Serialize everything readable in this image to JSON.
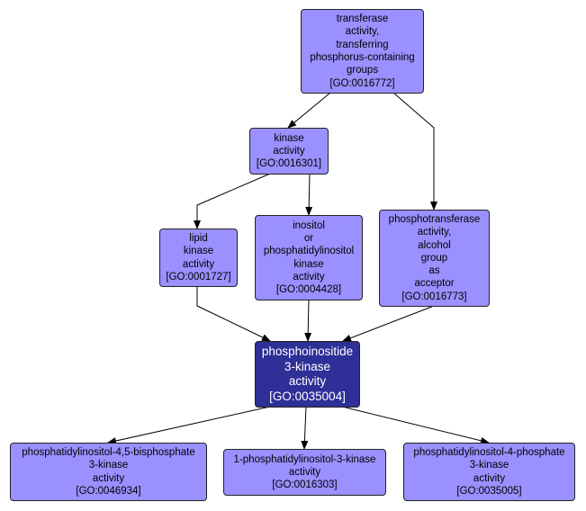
{
  "colors": {
    "node_fill": "#9a90ff",
    "focus_fill": "#2f2f98",
    "edge": "#000000"
  },
  "nodes": [
    {
      "id": "GO:0016772",
      "lines": [
        "transferase",
        "activity,",
        "transferring",
        "phosphorus-containing",
        "groups",
        "[GO:0016772]"
      ]
    },
    {
      "id": "GO:0016301",
      "lines": [
        "kinase",
        "activity",
        "[GO:0016301]"
      ]
    },
    {
      "id": "GO:0001727",
      "lines": [
        "lipid",
        "kinase",
        "activity",
        "[GO:0001727]"
      ]
    },
    {
      "id": "GO:0004428",
      "lines": [
        "inositol",
        "or",
        "phosphatidylinositol",
        "kinase",
        "activity",
        "[GO:0004428]"
      ]
    },
    {
      "id": "GO:0016773",
      "lines": [
        "phosphotransferase",
        "activity,",
        "alcohol",
        "group",
        "as",
        "acceptor",
        "[GO:0016773]"
      ]
    },
    {
      "id": "GO:0035004",
      "focus": true,
      "lines": [
        "phosphoinositide",
        "3-kinase",
        "activity",
        "[GO:0035004]"
      ]
    },
    {
      "id": "GO:0046934",
      "lines": [
        "phosphatidylinositol-4,5-bisphosphate",
        "3-kinase",
        "activity",
        "[GO:0046934]"
      ]
    },
    {
      "id": "GO:0016303",
      "lines": [
        "1-phosphatidylinositol-3-kinase",
        "activity",
        "[GO:0016303]"
      ]
    },
    {
      "id": "GO:0035005",
      "lines": [
        "phosphatidylinositol-4-phosphate",
        "3-kinase",
        "activity",
        "[GO:0035005]"
      ]
    }
  ],
  "edges": [
    {
      "from": "GO:0016772",
      "to": "GO:0016301"
    },
    {
      "from": "GO:0016772",
      "to": "GO:0016773"
    },
    {
      "from": "GO:0016301",
      "to": "GO:0001727"
    },
    {
      "from": "GO:0016301",
      "to": "GO:0004428"
    },
    {
      "from": "GO:0001727",
      "to": "GO:0035004"
    },
    {
      "from": "GO:0004428",
      "to": "GO:0035004"
    },
    {
      "from": "GO:0016773",
      "to": "GO:0035004"
    },
    {
      "from": "GO:0035004",
      "to": "GO:0046934"
    },
    {
      "from": "GO:0035004",
      "to": "GO:0016303"
    },
    {
      "from": "GO:0035004",
      "to": "GO:0035005"
    }
  ]
}
